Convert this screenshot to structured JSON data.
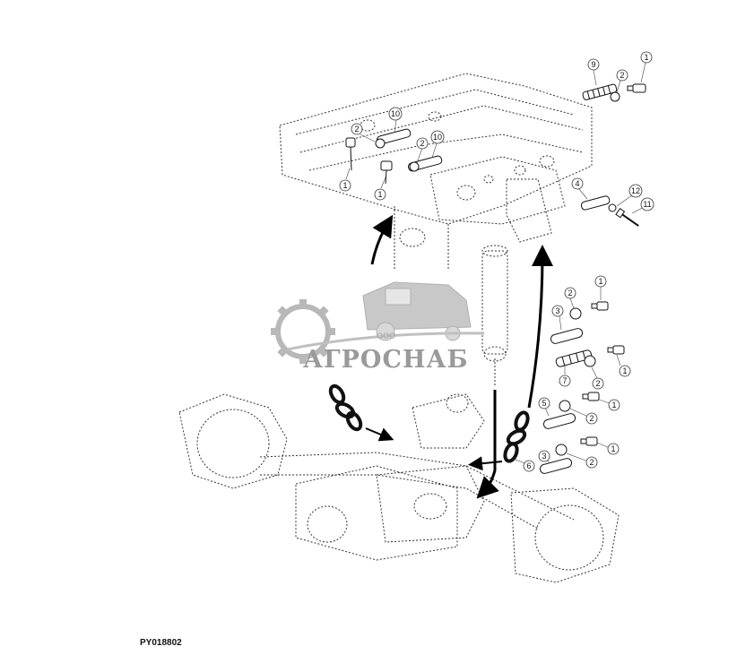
{
  "figure": {
    "reference_code": "PY018802"
  },
  "watermark": {
    "company_prefix": "ООО",
    "brand": "АГРОСНАБ",
    "color": "#9a9a9a"
  },
  "callouts": [
    {
      "id": "c-9a",
      "label": "9"
    },
    {
      "id": "c-2a",
      "label": "2"
    },
    {
      "id": "c-1a",
      "label": "1"
    },
    {
      "id": "c-10a",
      "label": "10"
    },
    {
      "id": "c-2b",
      "label": "2"
    },
    {
      "id": "c-10b",
      "label": "10"
    },
    {
      "id": "c-2c",
      "label": "2"
    },
    {
      "id": "c-1b",
      "label": "1"
    },
    {
      "id": "c-1c",
      "label": "1"
    },
    {
      "id": "c-4",
      "label": "4"
    },
    {
      "id": "c-12",
      "label": "12"
    },
    {
      "id": "c-11",
      "label": "11"
    },
    {
      "id": "c-1d",
      "label": "1"
    },
    {
      "id": "c-2d",
      "label": "2"
    },
    {
      "id": "c-3a",
      "label": "3"
    },
    {
      "id": "c-1e",
      "label": "1"
    },
    {
      "id": "c-7",
      "label": "7"
    },
    {
      "id": "c-2e",
      "label": "2"
    },
    {
      "id": "c-1f",
      "label": "1"
    },
    {
      "id": "c-5",
      "label": "5"
    },
    {
      "id": "c-2f",
      "label": "2"
    },
    {
      "id": "c-1g",
      "label": "1"
    },
    {
      "id": "c-1h",
      "label": "1"
    },
    {
      "id": "c-3b",
      "label": "3"
    },
    {
      "id": "c-2g",
      "label": "2"
    },
    {
      "id": "c-6",
      "label": "6"
    }
  ]
}
